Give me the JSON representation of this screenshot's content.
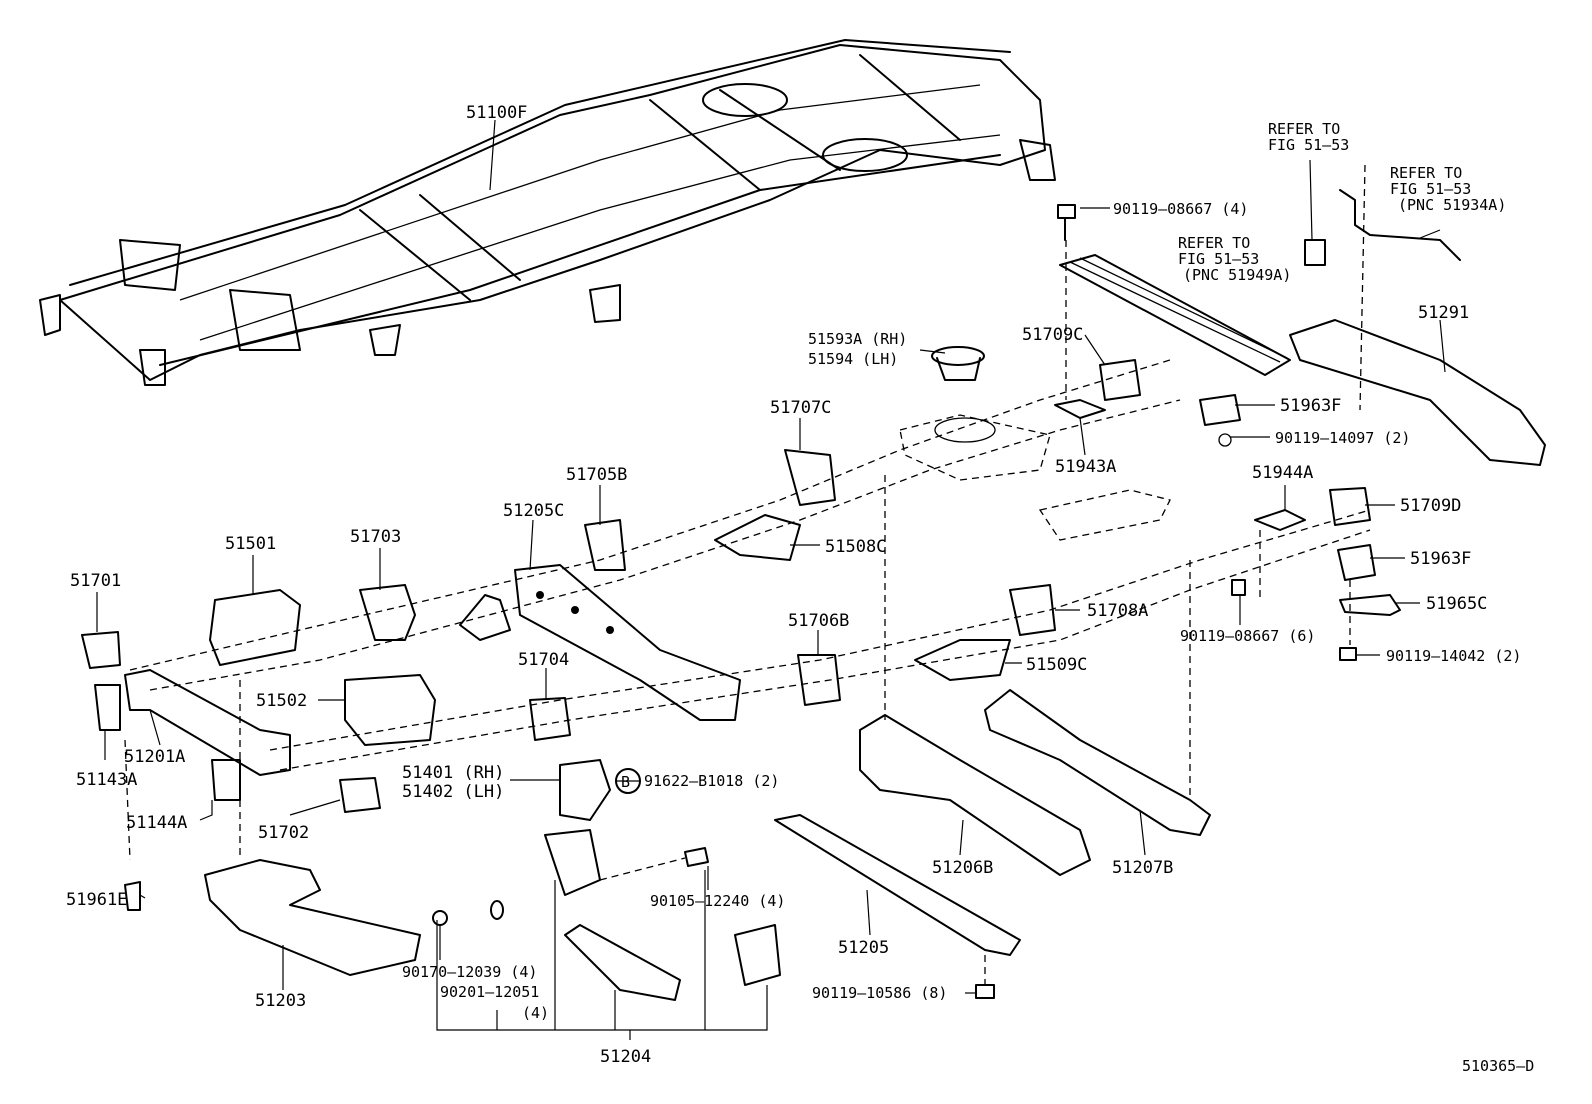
{
  "diagram_id": "510365–D",
  "callout_marker": "B",
  "parts": {
    "p51100F": "51100F",
    "p90119_08667_4": "90119–08667 (4)",
    "refer1_l1": "REFER TO",
    "refer1_l2": "FIG 51–53",
    "refer2_l1": "REFER TO",
    "refer2_l2": "FIG 51–53",
    "refer2_l3": "(PNC 51934A)",
    "refer3_l1": "REFER TO",
    "refer3_l2": "FIG 51–53",
    "refer3_l3": "(PNC 51949A)",
    "p51291": "51291",
    "p51593A": "51593A (RH)",
    "p51594": "51594  (LH)",
    "p51709C": "51709C",
    "p51963F_a": "51963F",
    "p90119_14097": "90119–14097 (2)",
    "p51707C": "51707C",
    "p51943A": "51943A",
    "p51944A": "51944A",
    "p51709D": "51709D",
    "p51705B": "51705B",
    "p51205C": "51205C",
    "p51508C": "51508C",
    "p51963F_b": "51963F",
    "p51501": "51501",
    "p51703": "51703",
    "p51701": "51701",
    "p51708A": "51708A",
    "p51965C": "51965C",
    "p90119_08667_6": "90119–08667 (6)",
    "p51706B": "51706B",
    "p90119_14042": "90119–14042 (2)",
    "p51704": "51704",
    "p51509C": "51509C",
    "p51502": "51502",
    "p51201A": "51201A",
    "p51143A": "51143A",
    "p51401": "51401 (RH)",
    "p51402": "51402 (LH)",
    "p91622": "91622–B1018 (2)",
    "p51144A": "51144A",
    "p51702": "51702",
    "p51206B": "51206B",
    "p51207B": "51207B",
    "p51961E": "51961E",
    "p90105": "90105–12240 (4)",
    "p51205": "51205",
    "p90170": "90170–12039 (4)",
    "p90201": "90201–12051",
    "p90201_qty": "(4)",
    "p51203": "51203",
    "p90119_10586": "90119–10586 (8)",
    "p51204": "51204"
  }
}
